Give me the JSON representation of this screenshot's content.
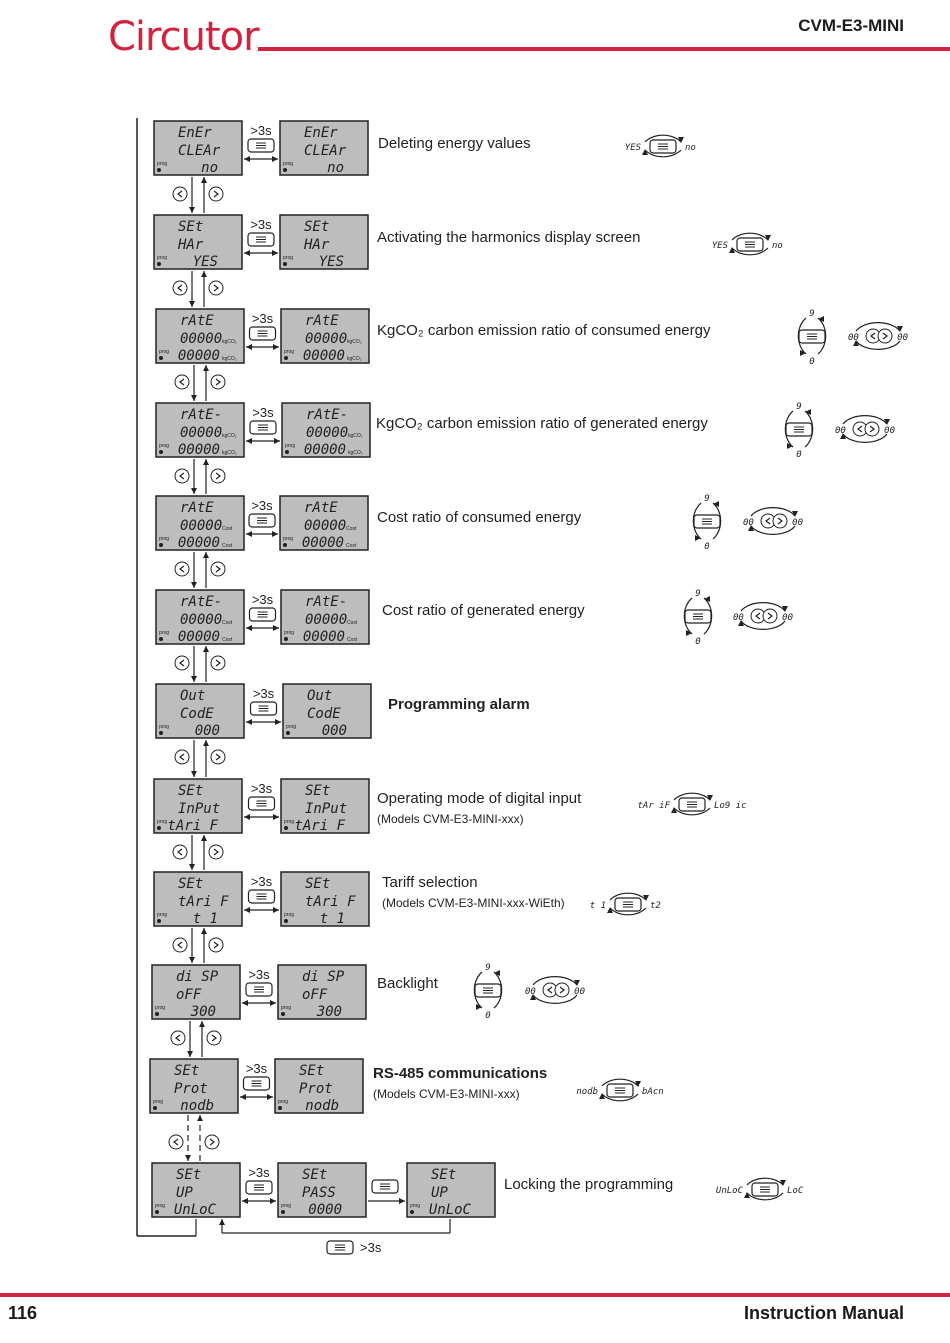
{
  "header": {
    "logo": "Circutor",
    "model": "CVM-E3-MINI"
  },
  "footer": {
    "page": "116",
    "title": "Instruction Manual"
  },
  "hold_label": ">3s",
  "rows": [
    {
      "lcd": [
        "EnEr",
        "CLEAr",
        "no"
      ],
      "lcd2": [
        "EnEr",
        "CLEAr",
        "no"
      ],
      "desc": "Deleting energy values",
      "icon": {
        "type": "toggle",
        "a": "YES",
        "b": "no"
      }
    },
    {
      "lcd": [
        "SEt",
        "HAr",
        "YES"
      ],
      "lcd2": [
        "SEt",
        "HAr",
        "YES"
      ],
      "desc": "Activating the harmonics display screen",
      "icon": {
        "type": "toggle",
        "a": "YES",
        "b": "no"
      }
    },
    {
      "lcd": [
        "rAtE",
        "00000",
        "00000"
      ],
      "lcd2": [
        "rAtE",
        "00000",
        "00000"
      ],
      "unit": "kgCO₂",
      "desc": "KgCO₂ carbon emission ratio of consumed energy",
      "icon": {
        "type": "digit"
      }
    },
    {
      "lcd": [
        "rAtE-",
        "00000",
        "00000"
      ],
      "lcd2": [
        "rAtE-",
        "00000",
        "00000"
      ],
      "unit": "kgCO₂",
      "desc": "KgCO₂ carbon emission ratio of generated energy",
      "icon": {
        "type": "digit"
      }
    },
    {
      "lcd": [
        "rAtE",
        "00000",
        "00000"
      ],
      "lcd2": [
        "rAtE",
        "00000",
        "00000"
      ],
      "unit": "Cost",
      "desc": "Cost ratio of consumed energy",
      "icon": {
        "type": "digit"
      }
    },
    {
      "lcd": [
        "rAtE-",
        "00000",
        "00000"
      ],
      "lcd2": [
        "rAtE-",
        "00000",
        "00000"
      ],
      "unit": "Cost",
      "desc": "Cost ratio of generated energy",
      "icon": {
        "type": "digit"
      }
    },
    {
      "lcd": [
        "Out",
        "CodE",
        "000"
      ],
      "lcd2": [
        "Out",
        "CodE",
        "000"
      ],
      "desc": "Programming alarm",
      "bold": true
    },
    {
      "lcd": [
        "SEt",
        "InPut",
        "tAri F"
      ],
      "lcd2": [
        "SEt",
        "InPut",
        "tAri F"
      ],
      "desc": "Operating mode of digital input",
      "sub": "(Models CVM-E3-MINI-xxx)",
      "icon": {
        "type": "toggle",
        "a": "tAr iF",
        "b": "Lo9 ic"
      }
    },
    {
      "lcd": [
        "SEt",
        "tAri F",
        "t 1"
      ],
      "lcd2": [
        "SEt",
        "tAri F",
        "t 1"
      ],
      "desc": "Tariff selection",
      "sub": "(Models CVM-E3-MINI-xxx-WiEth)",
      "icon": {
        "type": "toggle",
        "a": "t 1",
        "b": "t2"
      }
    },
    {
      "lcd": [
        "di SP",
        "oFF",
        "300"
      ],
      "lcd2": [
        "di SP",
        "oFF",
        "300"
      ],
      "desc": "Backlight",
      "icon": {
        "type": "digit"
      }
    },
    {
      "lcd": [
        "SEt",
        "Prot",
        "nodb"
      ],
      "lcd2": [
        "SEt",
        "Prot",
        "nodb"
      ],
      "desc": "RS-485 communications",
      "bold": true,
      "sub": "(Models CVM-E3-MINI-xxx)",
      "icon": {
        "type": "toggle",
        "a": "nodb",
        "b": "bAcn"
      }
    },
    {
      "lcd": [
        "SEt",
        "UP",
        "UnLoC"
      ],
      "lcd2": [
        "SEt",
        "PASS",
        "0000"
      ],
      "lcd3": [
        "SEt",
        "UP",
        "UnLoC"
      ],
      "desc": "Locking the programming",
      "icon": {
        "type": "toggle",
        "a": "UnLoC",
        "b": "LoC"
      }
    }
  ],
  "digit_icon": {
    "top": "9",
    "bottom": "0",
    "left": "00",
    "right": "00"
  },
  "prog_label": "prog"
}
